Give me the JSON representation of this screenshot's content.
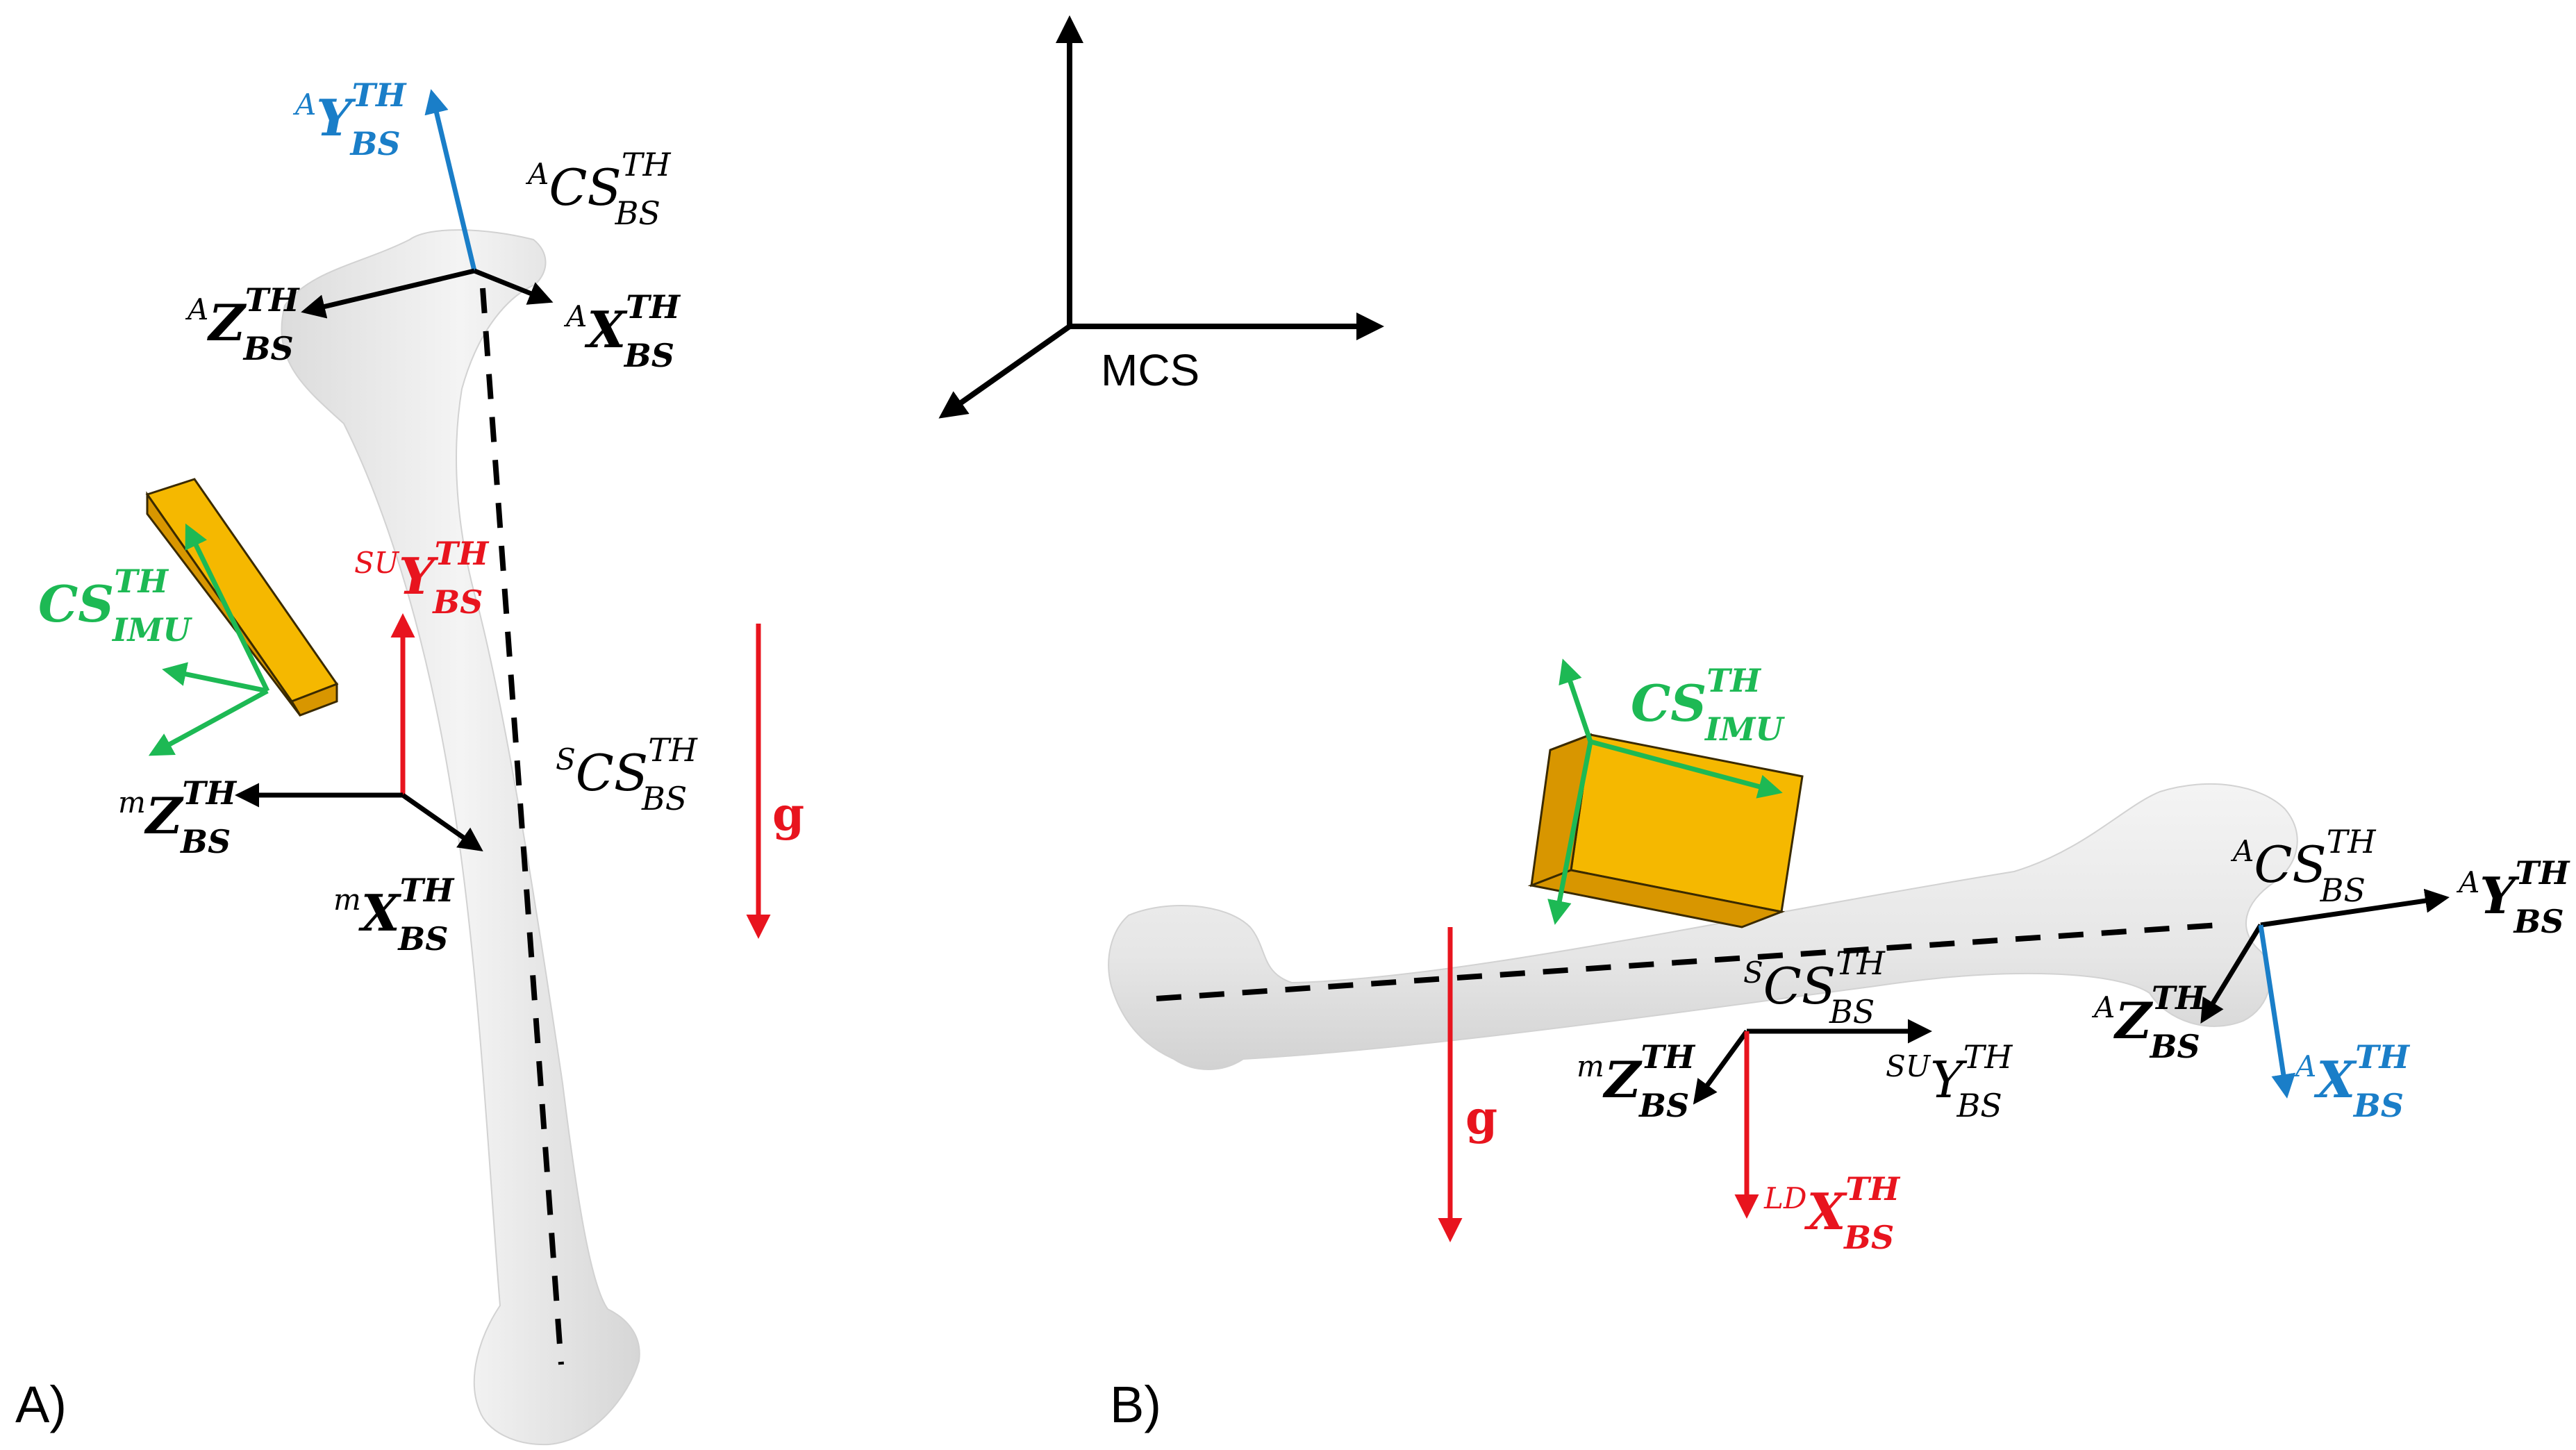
{
  "colors": {
    "black": "#000000",
    "blue": "#1a7ec8",
    "red": "#e8141e",
    "green": "#1db954",
    "imu_fill": "#f5b800",
    "imu_dark": "#d89600",
    "bone": "#ebebeb"
  },
  "mcs": {
    "label": "MCS"
  },
  "panel_a": {
    "tag": "A)",
    "anat_cs": {
      "pre": "A",
      "base": "CS",
      "sup": "TH",
      "sub": "BS"
    },
    "anat_y": {
      "pre": "A",
      "base": "Y",
      "sup": "TH",
      "sub": "BS"
    },
    "anat_x": {
      "pre": "A",
      "base": "X",
      "sup": "TH",
      "sub": "BS"
    },
    "anat_z": {
      "pre": "A",
      "base": "Z",
      "sup": "TH",
      "sub": "BS"
    },
    "imu_cs": {
      "pre": "",
      "base": "CS",
      "sup": "TH",
      "sub": "IMU"
    },
    "su_y": {
      "pre": "SU",
      "base": "Y",
      "sup": "TH",
      "sub": "BS"
    },
    "s_cs": {
      "pre": "S",
      "base": "CS",
      "sup": "TH",
      "sub": "BS"
    },
    "m_z": {
      "pre": "m",
      "base": "Z",
      "sup": "TH",
      "sub": "BS"
    },
    "m_x": {
      "pre": "m",
      "base": "X",
      "sup": "TH",
      "sub": "BS"
    },
    "gravity": "g"
  },
  "panel_b": {
    "tag": "B)",
    "imu_cs": {
      "pre": "",
      "base": "CS",
      "sup": "TH",
      "sub": "IMU"
    },
    "anat_cs": {
      "pre": "A",
      "base": "CS",
      "sup": "TH",
      "sub": "BS"
    },
    "anat_y": {
      "pre": "A",
      "base": "Y",
      "sup": "TH",
      "sub": "BS"
    },
    "anat_z": {
      "pre": "A",
      "base": "Z",
      "sup": "TH",
      "sub": "BS"
    },
    "anat_x": {
      "pre": "A",
      "base": "X",
      "sup": "TH",
      "sub": "BS"
    },
    "s_cs": {
      "pre": "S",
      "base": "CS",
      "sup": "TH",
      "sub": "BS"
    },
    "m_z": {
      "pre": "m",
      "base": "Z",
      "sup": "TH",
      "sub": "BS"
    },
    "su_y": {
      "pre": "SU",
      "base": "Y",
      "sup": "TH",
      "sub": "BS"
    },
    "ld_x": {
      "pre": "LD",
      "base": "X",
      "sup": "TH",
      "sub": "BS"
    },
    "gravity": "g"
  }
}
